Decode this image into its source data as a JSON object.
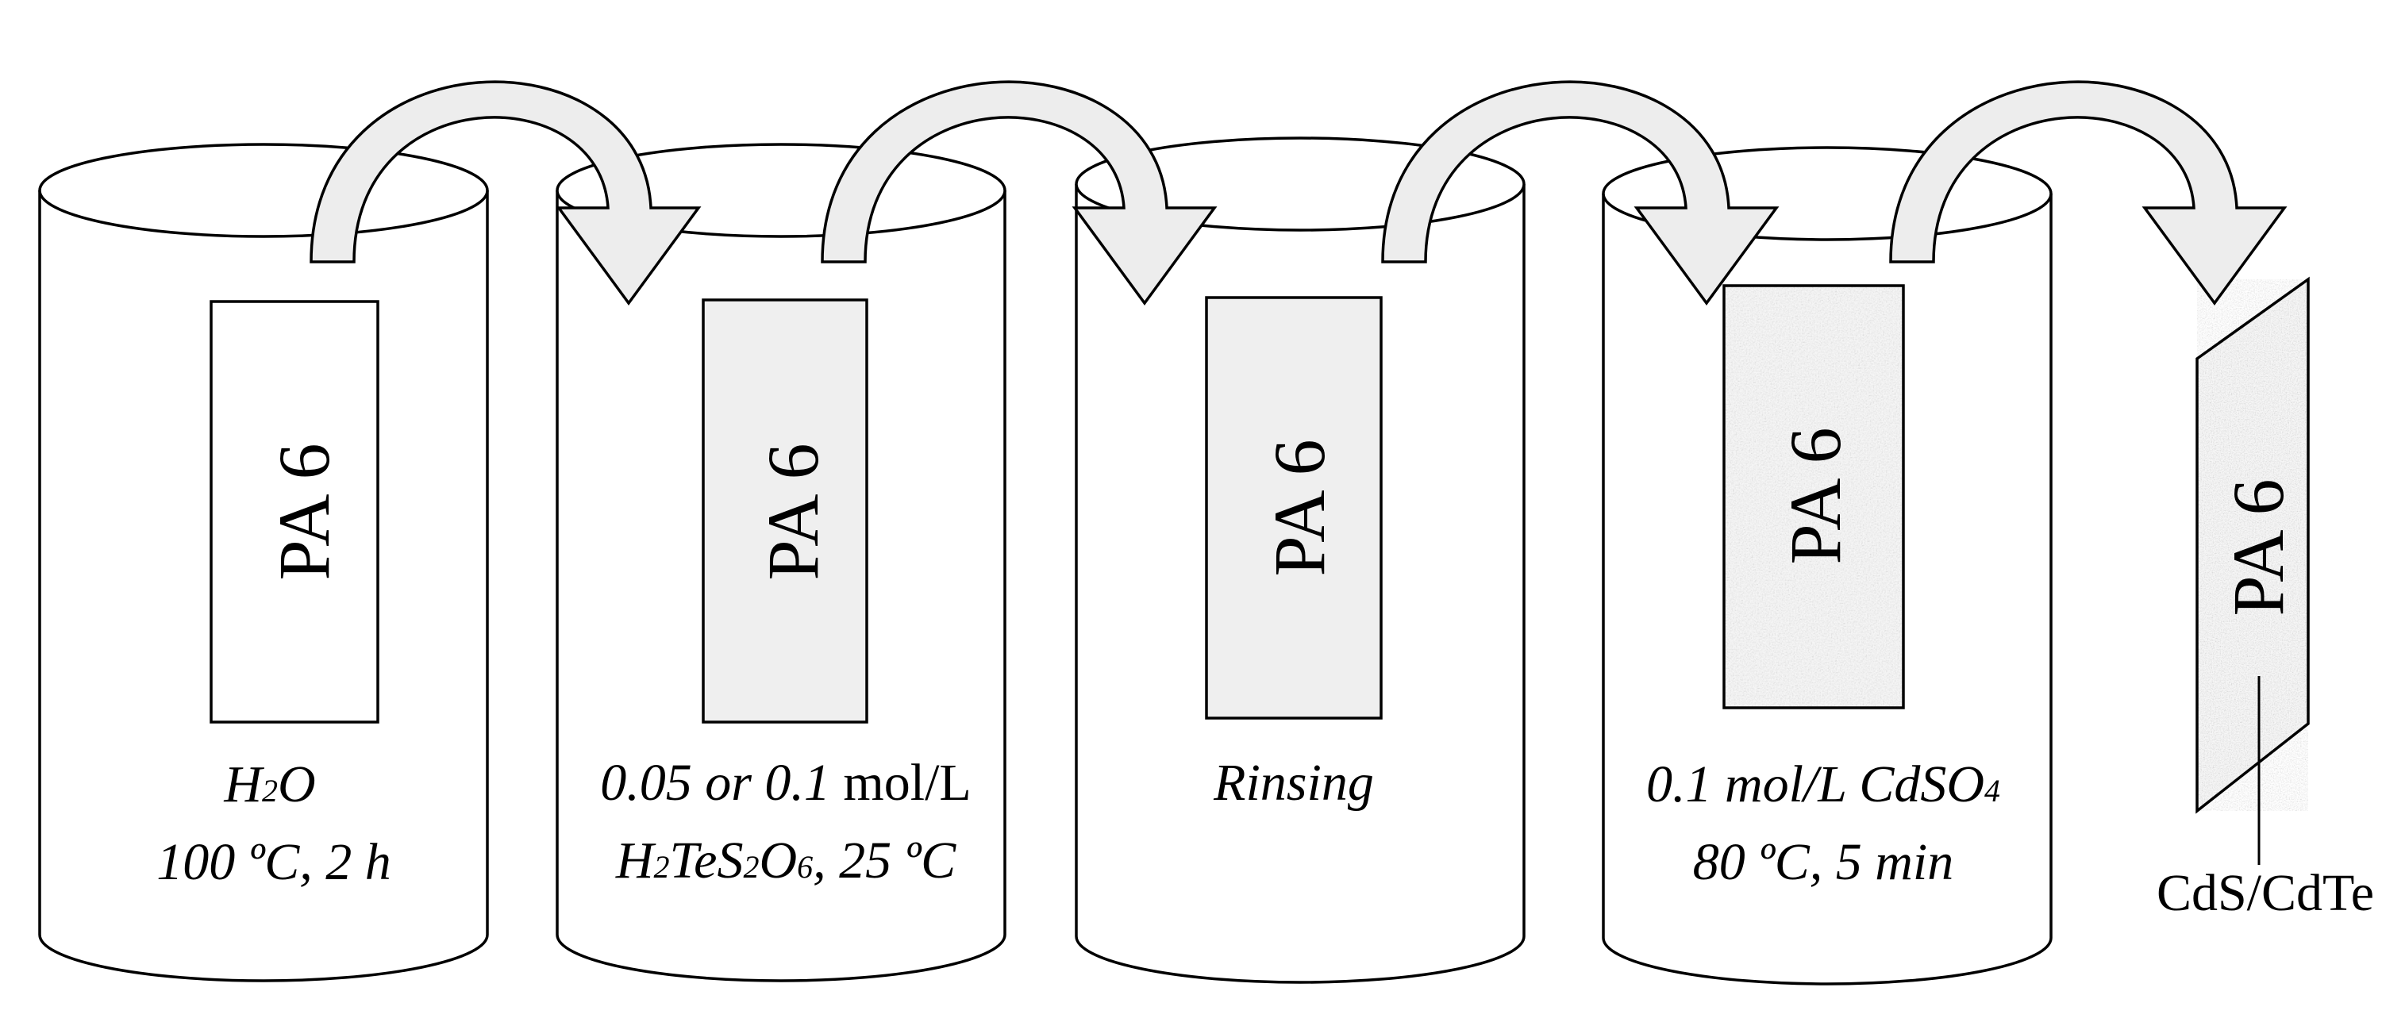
{
  "sample": {
    "label": "PA 6"
  },
  "steps": [
    {
      "line1": "H2O",
      "line1_parts": [
        "H",
        "2",
        "O"
      ],
      "line2": "100 ºC, 2 h"
    },
    {
      "line1_a": "0.05 or 0.1",
      "line1_b": "mol/L",
      "line2": "H2TeS2O6, 25 ºC",
      "line2_parts": [
        "H",
        "2",
        "TeS",
        "2",
        "O",
        "6",
        ", 25 ºC"
      ]
    },
    {
      "line1": "Rinsing"
    },
    {
      "line1": "0.1 mol/L CdSO4",
      "line1_parts": [
        "0.1 mol/L CdSO",
        "4"
      ],
      "line2": "80 ºC, 5 min"
    }
  ],
  "product": {
    "label": "CdS/CdTe"
  }
}
